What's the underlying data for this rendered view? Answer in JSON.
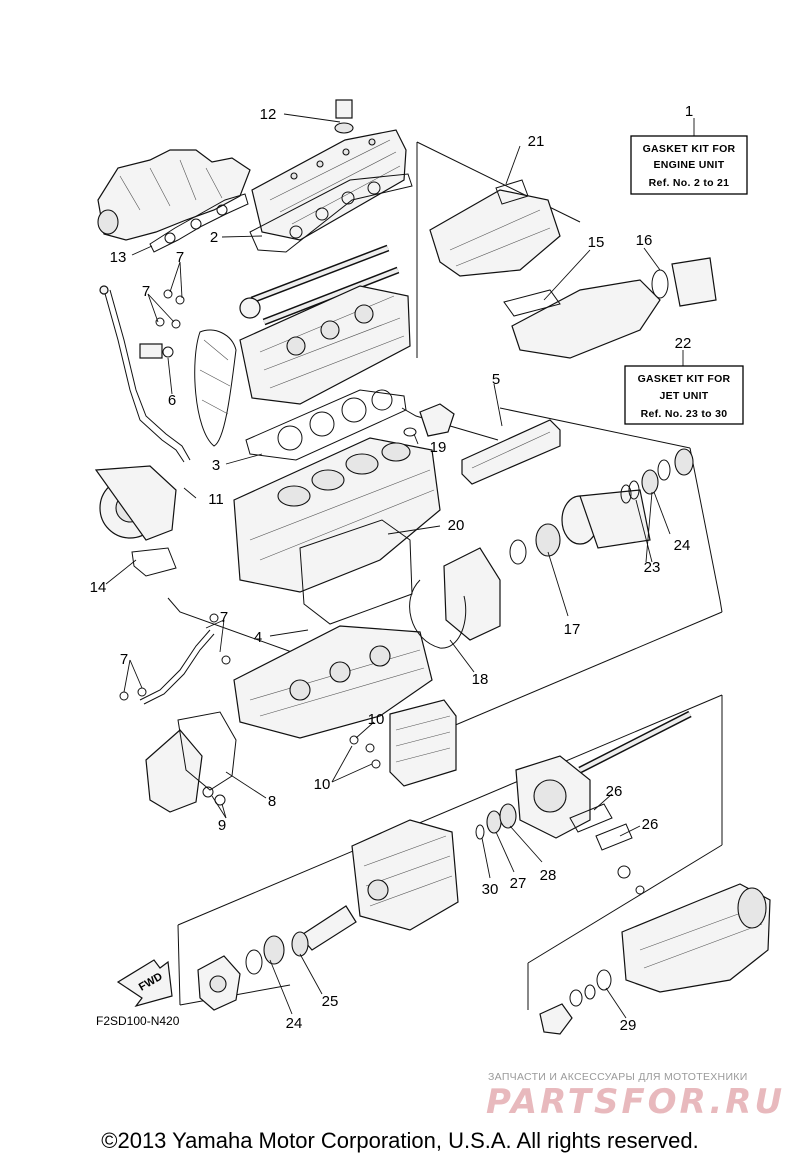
{
  "kits": [
    {
      "number": "1",
      "line1": "GASKET KIT FOR",
      "line2": "ENGINE UNIT",
      "line3": "Ref. No. 2 to 21"
    },
    {
      "number": "22",
      "line1": "GASKET KIT FOR",
      "line2": "JET UNIT",
      "line3": "Ref. No. 23 to 30"
    }
  ],
  "callouts": {
    "c2": "2",
    "c3": "3",
    "c4": "4",
    "c5": "5",
    "c6": "6",
    "c7a": "7",
    "c7b": "7",
    "c7c": "7",
    "c7d": "7",
    "c8": "8",
    "c9": "9",
    "c10a": "10",
    "c10b": "10",
    "c11": "11",
    "c12": "12",
    "c13": "13",
    "c14": "14",
    "c15": "15",
    "c16": "16",
    "c17": "17",
    "c18": "18",
    "c19": "19",
    "c20": "20",
    "c21": "21",
    "c23": "23",
    "c24a": "24",
    "c24b": "24",
    "c25": "25",
    "c26a": "26",
    "c26b": "26",
    "c27": "27",
    "c28": "28",
    "c29": "29",
    "c30": "30"
  },
  "fwd_label": "FWD",
  "doc_code": "F2SD100-N420",
  "watermark": {
    "tagline": "ЗАПЧАСТИ И АКСЕССУАРЫ ДЛЯ МОТОТЕХНИКИ",
    "logo": "PARTSFOR.RU"
  },
  "copyright": "©2013 Yamaha Motor Corporation, U.S.A. All rights reserved."
}
